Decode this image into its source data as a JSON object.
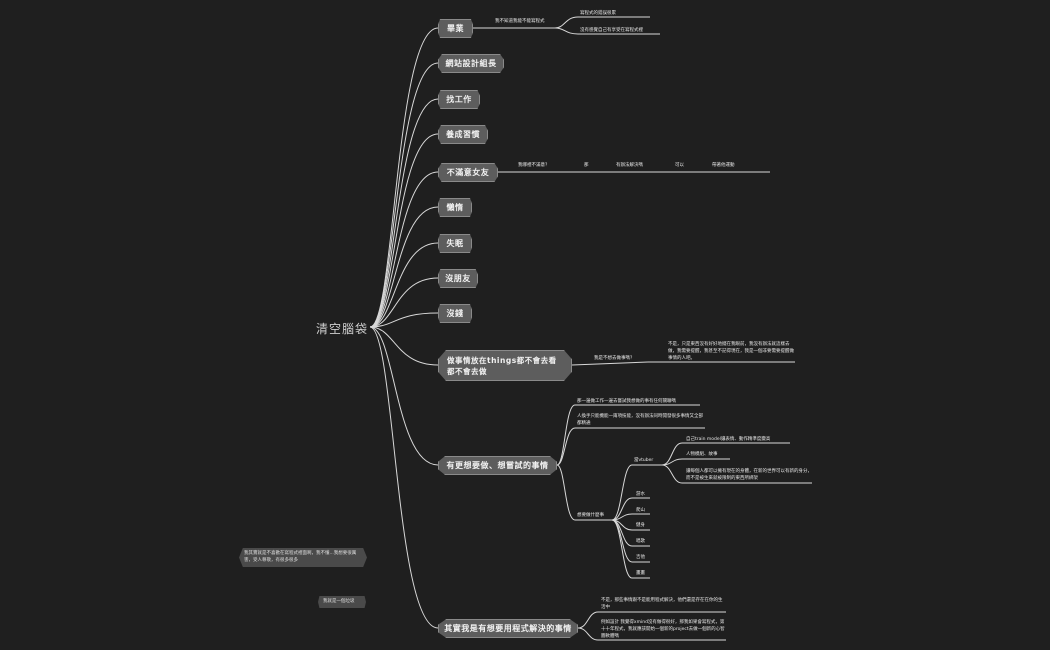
{
  "root": "清空腦袋",
  "branches": {
    "b1": "畢業",
    "b2": "網站設計組長",
    "b3": "找工作",
    "b4": "養成習慣",
    "b5": "不滿意女友",
    "b6": "懶惰",
    "b7": "失眠",
    "b8": "沒朋友",
    "b9": "沒錢",
    "b10": "做事情放在things都不會去看都不會去做",
    "b11": "有更想要做、想嘗試的事情",
    "b12": "其實我是有想要用程式解決的事情"
  },
  "t": {
    "b1_a": "我不知道我能不能寫程式",
    "b1_a1": "寫程式的錯誤很累",
    "b1_a2": "沒有感覺自己有享受在寫程式裡",
    "b5_a": "我哪裡不滿意？",
    "b5_b": "那",
    "b5_c": "有辦法解決嗎",
    "b5_d": "可以",
    "b5_e": "帶著他運動",
    "b10_a": "我是不想去做事嗎？",
    "b10_a1": "不是，只是東西沒有好好地擺在我眼前，我沒有辦法就這樣去做，我需要提醒，我甚至不記得現在，我是一個非要需要提醒做事情的人吧。",
    "b11_a": "那一邊做工作一邊去嘗試我想做的事有任何關聯嗎",
    "b11_b": "人換手只能機能一兩項技能，沒有辦法同時開發很多事情又全部都精通",
    "b11_c": "想要做什麼事",
    "b11_c1": "當vtuber",
    "b11_c1a": "自己train model讓表情、動作精準度變高",
    "b11_c1b": "人物模組、故事",
    "b11_c1c": "讓每個人都可以擁有現在的身體，在新的世界可以有新的身分，而不是被生來就被限制的東西所綁架",
    "b11_c2": "游水",
    "b11_c3": "爬山",
    "b11_c4": "健身",
    "b11_c5": "唱歌",
    "b11_c6": "吉他",
    "b11_c7": "畫畫",
    "b12_a": "不是，那些事情跟不是能用程式解決，他們還是存在在你的生活中",
    "b12_b": "例如設計 我覺得xmind沒有做得很好，那我如果會寫程式，第十十年程式，我就應該開始一個新的project去做一個新的心智圖軟體嗎",
    "note1": "我其實就是不喜歡在寫程式裡面啊，我不懂...我想要很厲害，受人尊敬，有很多很多",
    "note2": "我就是一個垃圾"
  }
}
